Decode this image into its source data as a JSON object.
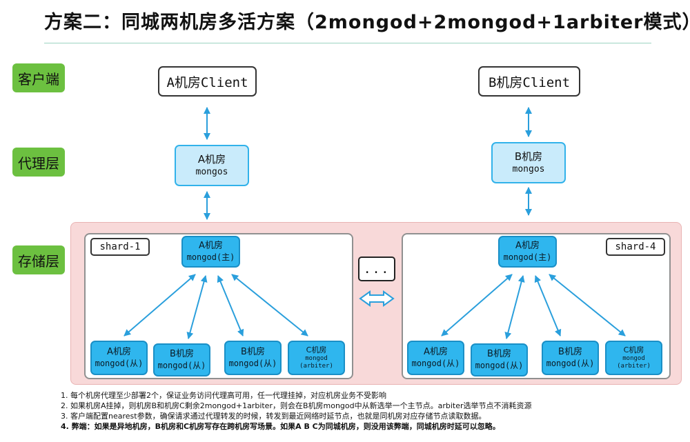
{
  "title": "方案二：同城两机房多活方案（2mongod+2mongod+1arbiter模式）",
  "layers": {
    "client": "客户端",
    "proxy": "代理层",
    "storage": "存储层"
  },
  "clients": {
    "a": "A机房Client",
    "b": "B机房Client"
  },
  "mongos": {
    "a": {
      "room": "A机房",
      "name": "mongos"
    },
    "b": {
      "room": "B机房",
      "name": "mongos"
    }
  },
  "shards": [
    {
      "label": "shard-1",
      "primary": {
        "room": "A机房",
        "role": "mongod(主)"
      },
      "members": [
        {
          "room": "A机房",
          "role": "mongod(从)"
        },
        {
          "room": "B机房",
          "role": "mongod(从)"
        },
        {
          "room": "B机房",
          "role": "mongod(从)"
        },
        {
          "room": "C机房",
          "role": "mongod",
          "extra": "(arbiter)"
        }
      ]
    },
    {
      "label": "shard-4",
      "primary": {
        "room": "A机房",
        "role": "mongod(主)"
      },
      "members": [
        {
          "room": "A机房",
          "role": "mongod(从)"
        },
        {
          "room": "B机房",
          "role": "mongod(从)"
        },
        {
          "room": "B机房",
          "role": "mongod(从)"
        },
        {
          "room": "C机房",
          "role": "mongod",
          "extra": "(arbiter)"
        }
      ]
    }
  ],
  "ellipsis": "...",
  "notes": [
    "1. 每个机房代理至少部署2个，保证业务访问代理高可用，任一代理挂掉，对应机房业务不受影响",
    "2. 如果机房A挂掉，则机房B和机房C剩余2mongod+1arbiter，则会在B机房mongod中从新选举一个主节点。arbiter选举节点不消耗资源",
    "3. 客户端配置nearest参数，确保请求通过代理转发的时候，转发到最近网络时延节点，也就是同机房对应存储节点读取数据。",
    "4. 弊端：如果是异地机房，B机房和C机房写存在跨机房写场景。如果A B C为同城机房，则没用该弊端，同城机房时延可以忽略。"
  ],
  "colors": {
    "layer_tag": "#6cc040",
    "mongos_fill": "#c9ebfb",
    "node_fill": "#2fb6ee",
    "arrow": "#2a9fdc",
    "storage_bg": "#f8d9d9"
  }
}
